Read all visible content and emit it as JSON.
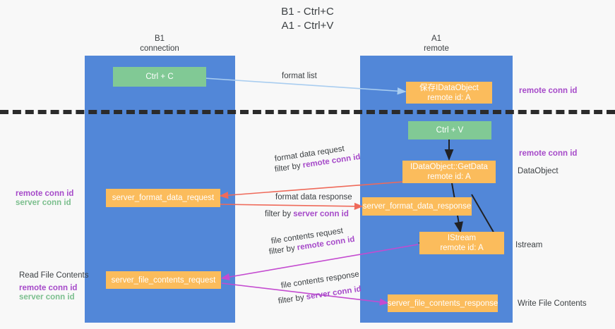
{
  "diagram": {
    "title_line1": "B1 - Ctrl+C",
    "title_line2": "A1 - Ctrl+V",
    "columns": [
      {
        "name": "B1",
        "role": "connection"
      },
      {
        "name": "A1",
        "role": "remote"
      }
    ],
    "colors": {
      "lane": "#5287d8",
      "green_node": "#81c995",
      "orange_node": "#fbbc5c",
      "purple_text": "#a64ac9",
      "green_text": "#7cbf8e",
      "arrow_lightblue": "#a9cdf0",
      "arrow_red": "#ef6a5a",
      "arrow_magenta": "#c44bd0",
      "arrow_black": "#202124",
      "divider": "#2b2b2b",
      "background": "#f8f8f8"
    },
    "nodes": {
      "ctrl_c": "Ctrl + C",
      "ctrl_v": "Ctrl + V",
      "save_idataobject_l1": "保存IDataObject",
      "save_idataobject_l2": "remote id: A",
      "getdata_l1": "IDataObject::GetData",
      "getdata_l2": "remote id: A",
      "istream_l1": "IStream",
      "istream_l2": "remote id: A",
      "server_format_data_request": "server_format_data_request",
      "server_format_data_response": "server_format_data_response",
      "server_file_contents_request": "server_file_contents_request",
      "server_file_contents_response": "server_file_contents_response"
    },
    "edge_labels": {
      "format_list": "format list",
      "format_data_request": "format data request",
      "format_data_request_filter_prefix": "filter by ",
      "format_data_request_filter_key": "remote conn id",
      "format_data_response": "format data response",
      "format_data_response_filter_prefix": "filter by ",
      "format_data_response_filter_key": "server conn id",
      "file_contents_request": "file contents request",
      "file_contents_request_filter_prefix": "filter by ",
      "file_contents_request_filter_key": "remote conn id",
      "file_contents_response": "file contents response",
      "file_contents_response_filter_prefix": "filter by ",
      "file_contents_response_filter_key": "server conn id"
    },
    "side_labels": {
      "right_remote_conn_id_top": "remote conn id",
      "right_remote_conn_id_mid": "remote conn id",
      "right_dataobject": "DataObject",
      "right_istream": "Istream",
      "right_write_file_contents": "Write File Contents",
      "left_remote_conn_id_mid": "remote conn id",
      "left_server_conn_id_mid": "server conn id",
      "left_read_file_contents": "Read File Contents",
      "left_remote_conn_id_bottom": "remote conn id",
      "left_server_conn_id_bottom": "server conn id"
    }
  }
}
